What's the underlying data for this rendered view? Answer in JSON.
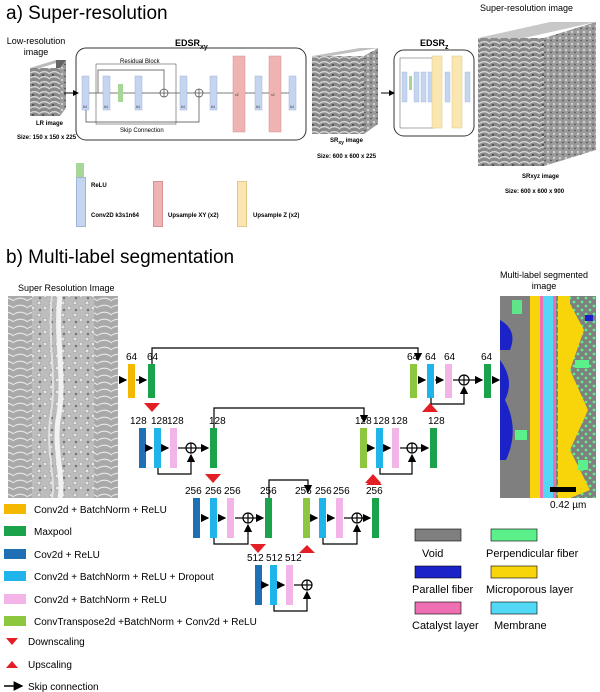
{
  "section_a": {
    "title": "a) Super-resolution",
    "lr_label": "Low-resolution image",
    "lr_caption": "LR image",
    "lr_size": "Size: 150 x 150 x 225",
    "edsr_xy": {
      "name": "EDSR",
      "sub": "xy"
    },
    "residual_block": "Residual Block",
    "skip_connection": "Skip Connection",
    "srxy_caption": {
      "name": "SR",
      "sub": "xy",
      "suffix": " image"
    },
    "srxy_size": "Size: 600 x 600 x 225",
    "edsr_z": {
      "name": "EDSR",
      "sub": "z"
    },
    "sr_title": "Super-resolution image",
    "srxyz_caption": "SRxyz image",
    "srxyz_size": "Size: 600 x 600 x 900",
    "block_num": "64",
    "upsample_num": "x2",
    "legend": {
      "relu": "ReLU",
      "conv": "Conv2D k3s1n64",
      "up_xy": "Upsample XY (x2)",
      "up_z": "Upsample Z (x2)"
    }
  },
  "section_b": {
    "title": "b) Multi-label segmentation",
    "input_label": "Super Resolution Image",
    "output_label": "Multi-label segmented image",
    "scale_bar": "0.42 µm",
    "channels": {
      "c64": "64",
      "c128": "128",
      "c256": "256",
      "c512": "512"
    },
    "legend_ops": [
      "Conv2d + BatchNorm + ReLU",
      "Maxpool",
      "Cov2d + ReLU",
      "Conv2d + BatchNorm + ReLU + Dropout",
      "Conv2d + BatchNorm + ReLU",
      "ConvTranspose2d +BatchNorm + Conv2d + ReLU",
      "Downscaling",
      "Upscaling",
      "Skip connection"
    ],
    "classes": [
      "Void",
      "Perpendicular fiber",
      "Parallel fiber",
      "Microporous layer",
      "Catalyst layer",
      "Membrane"
    ]
  },
  "colors": {
    "orange": "#f5b800",
    "green": "#1aa34a",
    "dark_blue": "#1f6fb5",
    "light_blue": "#1fb5ea",
    "pink": "#f3b4e8",
    "lime": "#8dc63f",
    "red": "#e31e24",
    "void": "#7f7f7f",
    "perp": "#5cf08a",
    "parallel": "#1a22c8",
    "micro": "#f8d40a",
    "catalyst": "#f06fb2",
    "membrane": "#52d8f5",
    "relu": "#a6d796",
    "conv": "#c5d5f0",
    "up_xy": "#f0b3b3",
    "up_z": "#fae6b0"
  }
}
